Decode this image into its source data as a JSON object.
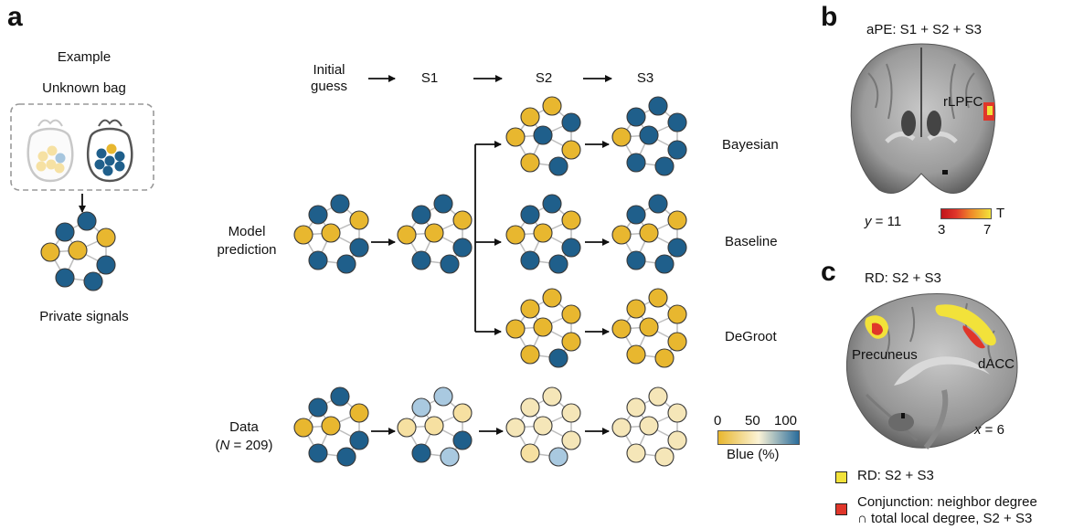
{
  "colors": {
    "blue": "#1f5f8b",
    "yellow": "#e8b72f",
    "light_blue": "#a9c9e0",
    "light_yellow": "#f6e0a1",
    "pale_yellow": "#f5e6b8",
    "map_red": "#e0362a",
    "map_yellow": "#f2e23a"
  },
  "panel_a": {
    "letter": "a",
    "example_title": "Example",
    "unknown_bag": "Unknown bag",
    "private_signals": "Private signals",
    "header": {
      "initial_guess_line1": "Initial",
      "initial_guess_line2": "guess",
      "s1": "S1",
      "s2": "S2",
      "s3": "S3"
    },
    "row_model_line1": "Model",
    "row_model_line2": "prediction",
    "model_labels": [
      "Bayesian",
      "Baseline",
      "DeGroot"
    ],
    "row_data_line1": "Data",
    "row_data_line2_prefix": "(",
    "row_data_line2_n": "N",
    "row_data_line2_suffix": " = 209)",
    "colorbar": {
      "min": "0",
      "mid": "50",
      "max": "100",
      "label": "Blue (%)"
    }
  },
  "panel_b": {
    "letter": "b",
    "title": "aPE: S1 + S2 + S3",
    "region": "rLPFC",
    "coord_var": "y",
    "coord_value": " = 11",
    "scale_min": "3",
    "scale_max": "7",
    "scale_label": "T"
  },
  "panel_c": {
    "letter": "c",
    "title": "RD: S2 + S3",
    "region1": "Precuneus",
    "region2": "dACC",
    "coord_var": "x",
    "coord_value": " = 6",
    "legend1": "RD: S2 + S3",
    "legend2_line1": "Conjunction: neighbor degree",
    "legend2_line2": "∩ total local degree, S2 + S3"
  }
}
